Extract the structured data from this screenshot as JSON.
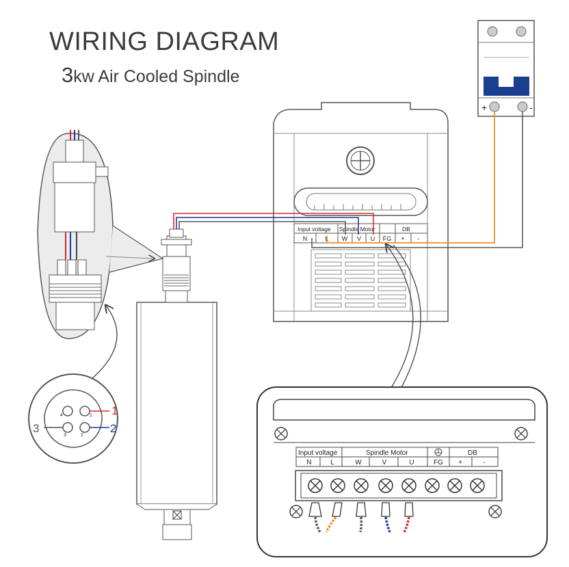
{
  "title": "WIRING DIAGRAM",
  "subtitle": {
    "power_number": "3",
    "text": "kw Air Cooled Spindle"
  },
  "vfd_small": {
    "groups": [
      "Input voltage",
      "Spindle Motor",
      "DB"
    ],
    "terminals": [
      "N",
      "L",
      "W",
      "V",
      "U",
      "FG",
      "+",
      "-"
    ]
  },
  "vfd_large": {
    "groups": [
      "Input voltage",
      "Spindle Motor",
      "DB"
    ],
    "terminals": [
      "N",
      "L",
      "W",
      "V",
      "U",
      "FG",
      "+",
      "-"
    ]
  },
  "breaker": {
    "plus": "+",
    "minus": "-"
  },
  "connector": {
    "pins": [
      "1",
      "2",
      "3",
      "4"
    ],
    "callouts": [
      "1",
      "2",
      "3"
    ]
  },
  "colors": {
    "red": "#d8282a",
    "blue": "#1c3a98",
    "orange": "#f08a2c",
    "gray": "#555555",
    "breaker_blue": "#1b3f8f"
  }
}
